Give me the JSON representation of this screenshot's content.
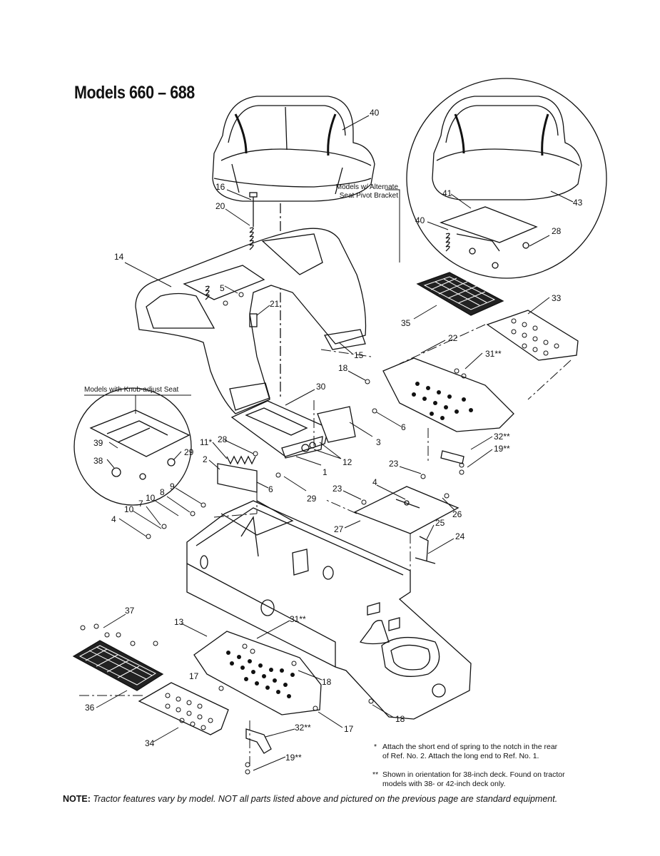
{
  "title": "Models 660 – 688",
  "callouts": {
    "alternate_seat": "Models w/ Alternate\nSeat Pivot Bracket",
    "knob_adjust": "Models with Knob-adjust Seat"
  },
  "labels": [
    {
      "id": "40a",
      "text": "40"
    },
    {
      "id": "16",
      "text": "16"
    },
    {
      "id": "20",
      "text": "20"
    },
    {
      "id": "14",
      "text": "14"
    },
    {
      "id": "5",
      "text": "5"
    },
    {
      "id": "21",
      "text": "21"
    },
    {
      "id": "15",
      "text": "15"
    },
    {
      "id": "18a",
      "text": "18"
    },
    {
      "id": "30",
      "text": "30"
    },
    {
      "id": "6a",
      "text": "6"
    },
    {
      "id": "3",
      "text": "3"
    },
    {
      "id": "12",
      "text": "12"
    },
    {
      "id": "1",
      "text": "1"
    },
    {
      "id": "11",
      "text": "11*"
    },
    {
      "id": "28a",
      "text": "28"
    },
    {
      "id": "2",
      "text": "2"
    },
    {
      "id": "6b",
      "text": "6"
    },
    {
      "id": "29a",
      "text": "29"
    },
    {
      "id": "9",
      "text": "9"
    },
    {
      "id": "8",
      "text": "8"
    },
    {
      "id": "10a",
      "text": "10"
    },
    {
      "id": "7",
      "text": "7"
    },
    {
      "id": "10b",
      "text": "10"
    },
    {
      "id": "4a",
      "text": "4"
    },
    {
      "id": "39",
      "text": "39"
    },
    {
      "id": "38",
      "text": "38"
    },
    {
      "id": "29b",
      "text": "29"
    },
    {
      "id": "41",
      "text": "41"
    },
    {
      "id": "43",
      "text": "43"
    },
    {
      "id": "40b",
      "text": "40"
    },
    {
      "id": "28b",
      "text": "28"
    },
    {
      "id": "35",
      "text": "35"
    },
    {
      "id": "33",
      "text": "33"
    },
    {
      "id": "22",
      "text": "22"
    },
    {
      "id": "31a",
      "text": "31**"
    },
    {
      "id": "32a",
      "text": "32**"
    },
    {
      "id": "19a",
      "text": "19**"
    },
    {
      "id": "23a",
      "text": "23"
    },
    {
      "id": "23b",
      "text": "23"
    },
    {
      "id": "4b",
      "text": "4"
    },
    {
      "id": "26",
      "text": "26"
    },
    {
      "id": "27",
      "text": "27"
    },
    {
      "id": "25",
      "text": "25"
    },
    {
      "id": "24",
      "text": "24"
    },
    {
      "id": "37",
      "text": "37"
    },
    {
      "id": "13",
      "text": "13"
    },
    {
      "id": "31b",
      "text": "31**"
    },
    {
      "id": "17a",
      "text": "17"
    },
    {
      "id": "18b",
      "text": "18"
    },
    {
      "id": "36",
      "text": "36"
    },
    {
      "id": "34",
      "text": "34"
    },
    {
      "id": "32b",
      "text": "32**"
    },
    {
      "id": "17b",
      "text": "17"
    },
    {
      "id": "19b",
      "text": "19**"
    },
    {
      "id": "18c",
      "text": "18"
    }
  ],
  "footnotes": {
    "star1_mark": "*",
    "star1_line1": "Attach the short end of spring to the notch in the rear",
    "star1_line2": "of Ref. No. 2. Attach the long end to Ref. No. 1.",
    "star2_mark": "**",
    "star2_line1": "Shown in orientation for 38-inch deck. Found on tractor",
    "star2_line2": "models with 38- or 42-inch deck only."
  },
  "note": {
    "label": "NOTE:",
    "text": "Tractor features vary by model. NOT all parts listed above and pictured on the previous page are standard equipment."
  }
}
